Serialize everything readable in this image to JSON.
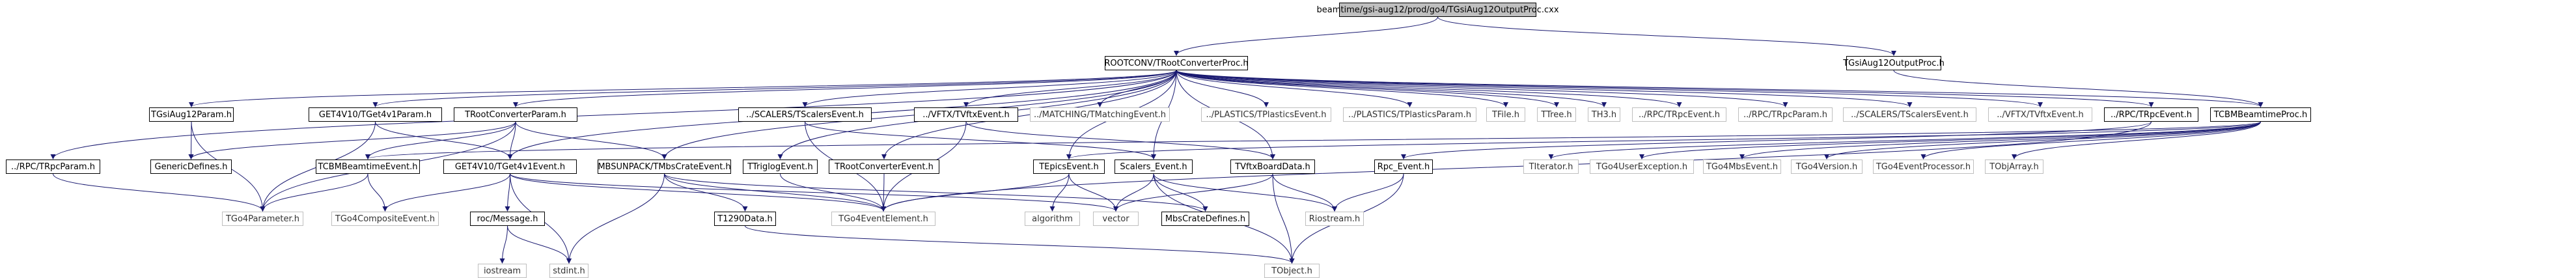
{
  "diagram": {
    "title": "beamtime/gsi-aug12/prod/go4/TGsiAug12OutputProc.cxx",
    "kind": "include dependency graph",
    "colors": {
      "edge": "#191970",
      "root_fill": "#bfbfbf",
      "doc_border": "#000000",
      "sys_border": "#bfbfbf"
    },
    "nodes": [
      {
        "id": "root",
        "label": "beamtime/gsi-aug12/prod/go4/TGsiAug12OutputProc.cxx",
        "kind": "root"
      },
      {
        "id": "rcp",
        "label": "ROOTCONV/TRootConverterProc.h",
        "kind": "doc"
      },
      {
        "id": "gop",
        "label": "TGsiAug12OutputProc.h",
        "kind": "doc"
      },
      {
        "id": "gparam",
        "label": "TGsiAug12Param.h",
        "kind": "doc"
      },
      {
        "id": "get4p",
        "label": "GET4V10/TGet4v1Param.h",
        "kind": "doc"
      },
      {
        "id": "rcparam",
        "label": "TRootConverterParam.h",
        "kind": "doc"
      },
      {
        "id": "scalers",
        "label": "../SCALERS/TScalersEvent.h",
        "kind": "doc"
      },
      {
        "id": "vftx",
        "label": "../VFTX/TVftxEvent.h",
        "kind": "doc"
      },
      {
        "id": "matching",
        "label": "../MATCHING/TMatchingEvent.h",
        "kind": "sys"
      },
      {
        "id": "plastevt",
        "label": "../PLASTICS/TPlasticsEvent.h",
        "kind": "sys"
      },
      {
        "id": "plastpar",
        "label": "../PLASTICS/TPlasticsParam.h",
        "kind": "sys"
      },
      {
        "id": "tfile",
        "label": "TFile.h",
        "kind": "sys"
      },
      {
        "id": "ttree",
        "label": "TTree.h",
        "kind": "sys"
      },
      {
        "id": "th3",
        "label": "TH3.h",
        "kind": "sys"
      },
      {
        "id": "rpcevt2",
        "label": "../RPC/TRpcEvent.h",
        "kind": "sys"
      },
      {
        "id": "rpcpar2",
        "label": "../RPC/TRpcParam.h",
        "kind": "sys"
      },
      {
        "id": "scalevt2",
        "label": "../SCALERS/TScalersEvent.h",
        "kind": "sys"
      },
      {
        "id": "vftxevt2",
        "label": "../VFTX/TVftxEvent.h",
        "kind": "sys"
      },
      {
        "id": "rpcevt",
        "label": "../RPC/TRpcEvent.h",
        "kind": "doc"
      },
      {
        "id": "tcbm",
        "label": "TCBMBeamtimeProc.h",
        "kind": "doc"
      },
      {
        "id": "rpcpar",
        "label": "../RPC/TRpcParam.h",
        "kind": "doc"
      },
      {
        "id": "generic",
        "label": "GenericDefines.h",
        "kind": "doc"
      },
      {
        "id": "cbmevt",
        "label": "TCBMBeamtimeEvent.h",
        "kind": "doc"
      },
      {
        "id": "get4evt",
        "label": "GET4V10/TGet4v1Event.h",
        "kind": "doc"
      },
      {
        "id": "mbs",
        "label": "MBSUNPACK/TMbsCrateEvent.h",
        "kind": "doc"
      },
      {
        "id": "trigl",
        "label": "TTriglogEvent.h",
        "kind": "doc"
      },
      {
        "id": "rcevt",
        "label": "TRootConverterEvent.h",
        "kind": "doc"
      },
      {
        "id": "epics",
        "label": "TEpicsEvent.h",
        "kind": "doc"
      },
      {
        "id": "scalev",
        "label": "Scalers_Event.h",
        "kind": "doc"
      },
      {
        "id": "vftxb",
        "label": "TVftxBoardData.h",
        "kind": "doc"
      },
      {
        "id": "rpcev",
        "label": "Rpc_Event.h",
        "kind": "doc"
      },
      {
        "id": "titer",
        "label": "TIterator.h",
        "kind": "sys"
      },
      {
        "id": "go4uex",
        "label": "TGo4UserException.h",
        "kind": "sys"
      },
      {
        "id": "go4mbs",
        "label": "TGo4MbsEvent.h",
        "kind": "sys"
      },
      {
        "id": "go4ver",
        "label": "TGo4Version.h",
        "kind": "sys"
      },
      {
        "id": "go4proc",
        "label": "TGo4EventProcessor.h",
        "kind": "sys"
      },
      {
        "id": "tobjarr",
        "label": "TObjArray.h",
        "kind": "sys"
      },
      {
        "id": "go4param",
        "label": "TGo4Parameter.h",
        "kind": "sys"
      },
      {
        "id": "go4comp",
        "label": "TGo4CompositeEvent.h",
        "kind": "sys"
      },
      {
        "id": "rocmsg",
        "label": "roc/Message.h",
        "kind": "doc"
      },
      {
        "id": "t1290",
        "label": "T1290Data.h",
        "kind": "doc"
      },
      {
        "id": "go4elem",
        "label": "TGo4EventElement.h",
        "kind": "sys"
      },
      {
        "id": "algo",
        "label": "algorithm",
        "kind": "sys"
      },
      {
        "id": "vector",
        "label": "vector",
        "kind": "sys"
      },
      {
        "id": "mbsdef",
        "label": "MbsCrateDefines.h",
        "kind": "doc"
      },
      {
        "id": "riostream",
        "label": "Riostream.h",
        "kind": "sys"
      },
      {
        "id": "iostream",
        "label": "iostream",
        "kind": "sys"
      },
      {
        "id": "stdint",
        "label": "stdint.h",
        "kind": "sys"
      },
      {
        "id": "tobject",
        "label": "TObject.h",
        "kind": "sys"
      }
    ],
    "edges": [
      [
        "root",
        "rcp"
      ],
      [
        "root",
        "gop"
      ],
      [
        "gop",
        "tcbm"
      ],
      [
        "rcp",
        "gparam"
      ],
      [
        "rcp",
        "get4p"
      ],
      [
        "rcp",
        "rcparam"
      ],
      [
        "rcp",
        "scalers"
      ],
      [
        "rcp",
        "vftx"
      ],
      [
        "rcp",
        "matching"
      ],
      [
        "rcp",
        "plastevt"
      ],
      [
        "rcp",
        "plastpar"
      ],
      [
        "rcp",
        "tfile"
      ],
      [
        "rcp",
        "ttree"
      ],
      [
        "rcp",
        "th3"
      ],
      [
        "rcp",
        "rpcevt2"
      ],
      [
        "rcp",
        "rpcpar2"
      ],
      [
        "rcp",
        "scalevt2"
      ],
      [
        "rcp",
        "vftxevt2"
      ],
      [
        "rcp",
        "rpcevt"
      ],
      [
        "rcp",
        "tcbm"
      ],
      [
        "rcp",
        "rpcpar"
      ],
      [
        "rcp",
        "get4evt"
      ],
      [
        "rcp",
        "mbs"
      ],
      [
        "rcp",
        "trigl"
      ],
      [
        "rcp",
        "rcevt"
      ],
      [
        "rcp",
        "epics"
      ],
      [
        "rcp",
        "scalev"
      ],
      [
        "rcp",
        "vftxb"
      ],
      [
        "gparam",
        "generic"
      ],
      [
        "gparam",
        "go4param"
      ],
      [
        "get4p",
        "go4param"
      ],
      [
        "get4p",
        "get4evt"
      ],
      [
        "rcparam",
        "generic"
      ],
      [
        "rcparam",
        "go4param"
      ],
      [
        "rcparam",
        "get4evt"
      ],
      [
        "rcparam",
        "mbs"
      ],
      [
        "rcparam",
        "cbmevt"
      ],
      [
        "scalers",
        "go4elem"
      ],
      [
        "scalers",
        "scalev"
      ],
      [
        "vftx",
        "go4elem"
      ],
      [
        "vftx",
        "vftxb"
      ],
      [
        "rpcevt",
        "go4elem"
      ],
      [
        "rpcevt",
        "rpcev"
      ],
      [
        "tcbm",
        "cbmevt"
      ],
      [
        "tcbm",
        "epics"
      ],
      [
        "tcbm",
        "titer"
      ],
      [
        "tcbm",
        "go4uex"
      ],
      [
        "tcbm",
        "go4mbs"
      ],
      [
        "tcbm",
        "go4ver"
      ],
      [
        "tcbm",
        "go4proc"
      ],
      [
        "tcbm",
        "tobjarr"
      ],
      [
        "rpcpar",
        "go4param"
      ],
      [
        "cbmevt",
        "go4param"
      ],
      [
        "cbmevt",
        "go4comp"
      ],
      [
        "get4evt",
        "go4comp"
      ],
      [
        "get4evt",
        "rocmsg"
      ],
      [
        "get4evt",
        "stdint"
      ],
      [
        "get4evt",
        "go4elem"
      ],
      [
        "get4evt",
        "vector"
      ],
      [
        "mbs",
        "go4elem"
      ],
      [
        "mbs",
        "t1290"
      ],
      [
        "mbs",
        "stdint"
      ],
      [
        "mbs",
        "mbsdef"
      ],
      [
        "trigl",
        "go4elem"
      ],
      [
        "rcevt",
        "go4elem"
      ],
      [
        "epics",
        "go4elem"
      ],
      [
        "epics",
        "algo"
      ],
      [
        "epics",
        "vector"
      ],
      [
        "scalev",
        "vector"
      ],
      [
        "scalev",
        "mbsdef"
      ],
      [
        "scalev",
        "riostream"
      ],
      [
        "scalev",
        "tobject"
      ],
      [
        "vftxb",
        "vector"
      ],
      [
        "vftxb",
        "riostream"
      ],
      [
        "vftxb",
        "tobject"
      ],
      [
        "rpcev",
        "riostream"
      ],
      [
        "rpcev",
        "tobject"
      ],
      [
        "rocmsg",
        "iostream"
      ],
      [
        "rocmsg",
        "stdint"
      ],
      [
        "t1290",
        "tobject"
      ]
    ]
  }
}
